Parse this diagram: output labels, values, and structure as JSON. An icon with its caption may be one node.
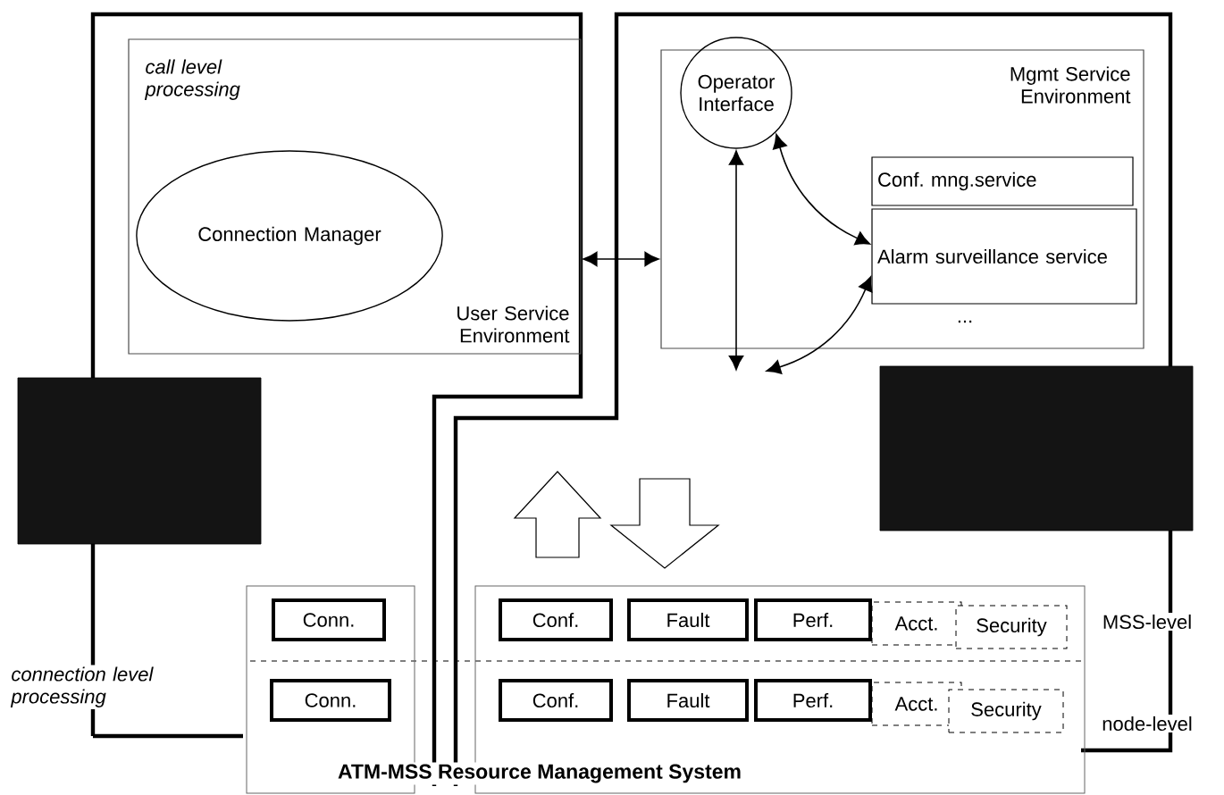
{
  "diagram": {
    "nodes": [
      {
        "text": [
          "call level processing",
          "User Service Environment"
        ]
      },
      {
        "text": [
          "Connection Manager"
        ],
        "in": 0
      },
      {
        "text": [
          "Mgmt Service Environment"
        ]
      },
      {
        "text": [
          "Operator Interface"
        ],
        "in": 2
      },
      {
        "text": [
          "Conf. mng.service"
        ],
        "in": 2
      },
      {
        "text": [
          "Alarm surveillance service"
        ],
        "in": 2
      },
      {
        "text": [],
        "shape": "box"
      },
      {
        "text": [],
        "shape": "box"
      },
      {
        "text": [],
        "shape": "box"
      },
      {
        "text": [],
        "shape": "box"
      },
      {
        "text": [
          "Conn."
        ],
        "in": 8
      },
      {
        "text": [
          "Conf."
        ],
        "in": 9
      },
      {
        "text": [
          "Fault"
        ],
        "in": 9
      },
      {
        "text": [
          "Perf."
        ],
        "in": 9
      },
      {
        "text": [
          "Acct."
        ],
        "in": 9
      },
      {
        "text": [
          "Security"
        ],
        "in": 9
      },
      {
        "text": [
          "Conn."
        ],
        "in": 8
      },
      {
        "text": [
          "Conf."
        ],
        "in": 9
      },
      {
        "text": [
          "Fault"
        ],
        "in": 9
      },
      {
        "text": [
          "Perf."
        ],
        "in": 9
      },
      {
        "text": [
          "Acct."
        ],
        "in": 9
      },
      {
        "text": [
          "Security"
        ],
        "in": 9
      }
    ],
    "edges": [
      {
        "from": 0,
        "to": 2,
        "arrow": "both"
      },
      {
        "from": 3,
        "to": null,
        "arrow": "both"
      },
      {
        "from": 3,
        "to": 5,
        "arrow": "both"
      },
      {
        "from": 5,
        "to": null,
        "arrow": "both"
      }
    ],
    "labels": [
      "...",
      "connection level processing",
      "MSS-level",
      "node-level",
      "ATM-MSS Resource Management System"
    ]
  }
}
